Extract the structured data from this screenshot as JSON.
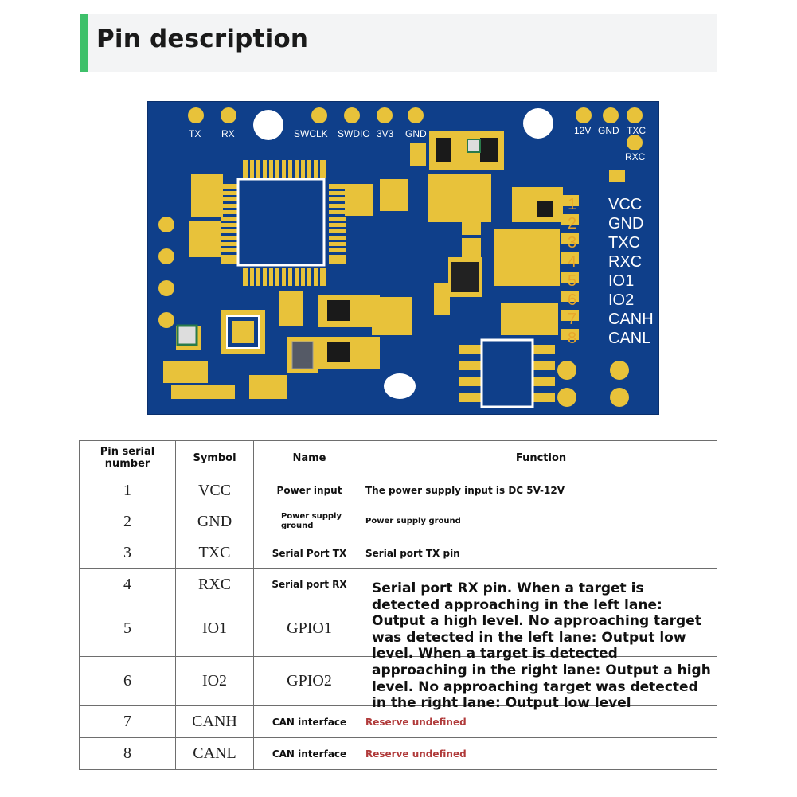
{
  "header": {
    "title": "Pin description",
    "accent_color": "#3ec06a"
  },
  "board": {
    "color": "#0f3f8a",
    "top_labels_left": [
      "TX",
      "RX"
    ],
    "top_labels_mid": [
      "SWCLK",
      "SWDIO",
      "3V3",
      "GND"
    ],
    "top_labels_right": [
      "12V",
      "GND",
      "TXC",
      "RXC"
    ],
    "pin_numbers": [
      "1",
      "2",
      "3",
      "4",
      "5",
      "6",
      "7",
      "8"
    ],
    "pin_names": [
      "VCC",
      "GND",
      "TXC",
      "RXC",
      "IO1",
      "IO2",
      "CANH",
      "CANL"
    ]
  },
  "table": {
    "headers": {
      "serial": "Pin serial number",
      "symbol": "Symbol",
      "name": "Name",
      "function": "Function"
    },
    "rows": [
      {
        "num": "1",
        "symbol": "VCC",
        "name": "Power input",
        "function": "The power supply input is DC 5V-12V"
      },
      {
        "num": "2",
        "symbol": "GND",
        "name": "Power supply ground",
        "function": "Power supply ground"
      },
      {
        "num": "3",
        "symbol": "TXC",
        "name": "Serial Port TX",
        "function": "Serial port TX pin"
      },
      {
        "num": "4",
        "symbol": "RXC",
        "name": "Serial port RX",
        "function": ""
      },
      {
        "num": "5",
        "symbol": "IO1",
        "name": "GPIO1",
        "function": ""
      },
      {
        "num": "6",
        "symbol": "IO2",
        "name": "GPIO2",
        "function": ""
      },
      {
        "num": "7",
        "symbol": "CANH",
        "name": "CAN interface",
        "function": "Reserve undefined"
      },
      {
        "num": "8",
        "symbol": "CANL",
        "name": "CAN interface",
        "function": "Reserve undefined"
      }
    ],
    "overlay_text": "Serial port RX pin. When a target is detected approaching in the left lane: Output a high level. No approaching target was detected in the left lane: Output low level. When a target is detected approaching in the right lane: Output a high level. No approaching target was detected in the right lane: Output low level"
  }
}
